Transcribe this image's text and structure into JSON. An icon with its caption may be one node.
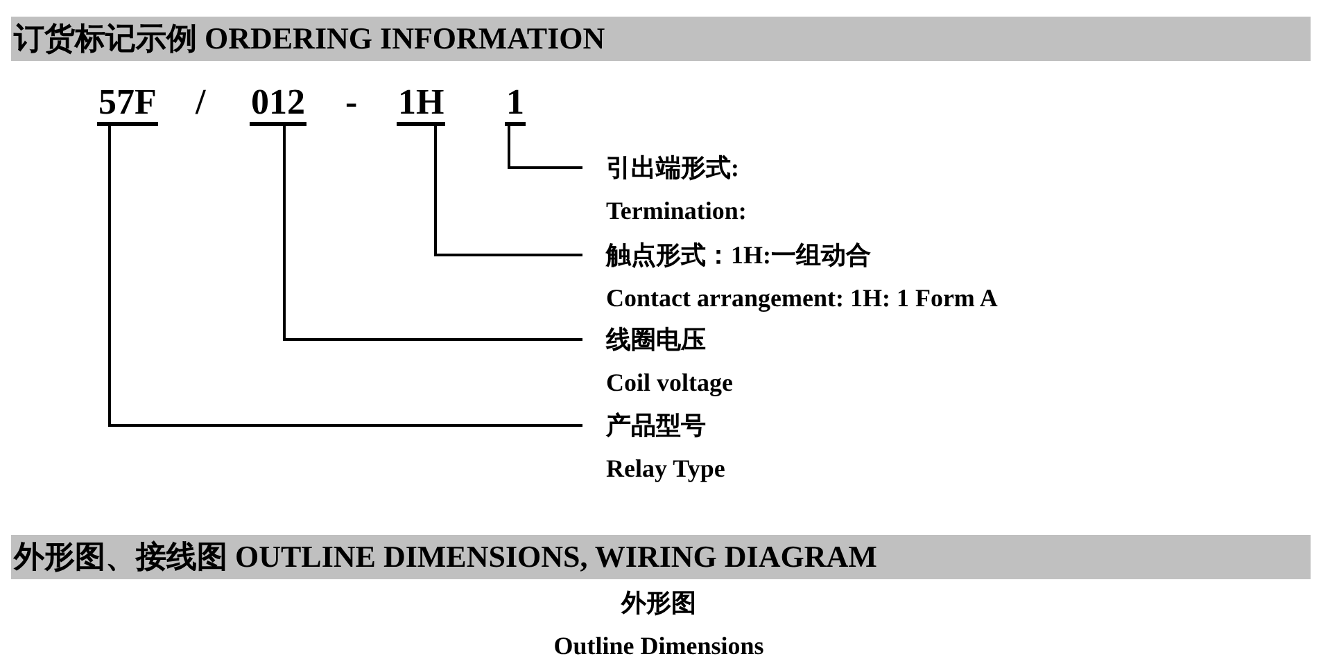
{
  "diagram": {
    "nodes": [
      {
        "text": [
          "57F"
        ]
      },
      {
        "text": [
          "012"
        ]
      },
      {
        "text": [
          "1H"
        ]
      },
      {
        "text": [
          "1"
        ]
      },
      {
        "text": [
          "引出端形式:",
          "Termination:"
        ]
      },
      {
        "text": [
          "触点形式：1H:一组动合",
          "Contact arrangement: 1H: 1 Form A"
        ]
      },
      {
        "text": [
          "线圈电压",
          "Coil voltage"
        ]
      },
      {
        "text": [
          "产品型号",
          "Relay Type"
        ]
      }
    ],
    "edges": [
      {
        "from": 3,
        "to": 4,
        "arrow": "none"
      },
      {
        "from": 2,
        "to": 5,
        "arrow": "none"
      },
      {
        "from": 1,
        "to": 6,
        "arrow": "none"
      },
      {
        "from": 0,
        "to": 7,
        "arrow": "none"
      }
    ],
    "labels": [
      "订货标记示例  ORDERING INFORMATION",
      "/",
      "-",
      "外形图、接线图 OUTLINE DIMENSIONS, WIRING DIAGRAM",
      "外形图",
      "Outline Dimensions"
    ]
  }
}
